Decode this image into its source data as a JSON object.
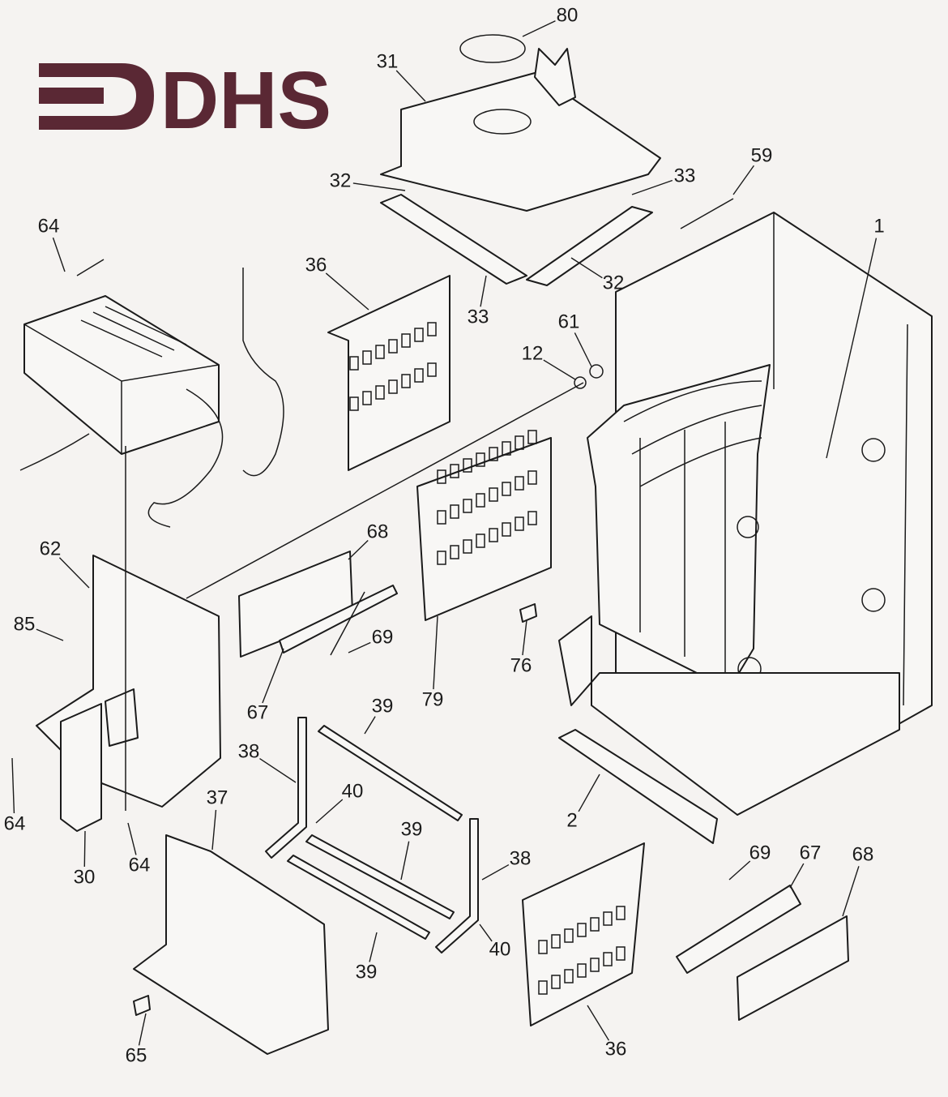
{
  "logo": {
    "text": "DHS",
    "color": "#5a2834"
  },
  "callouts": [
    "80",
    "31",
    "32",
    "33",
    "59",
    "64",
    "36",
    "33",
    "32",
    "1",
    "12",
    "61",
    "68",
    "62",
    "85",
    "69",
    "67",
    "79",
    "76",
    "39",
    "38",
    "40",
    "64",
    "37",
    "39",
    "2",
    "30",
    "64",
    "38",
    "69",
    "67",
    "68",
    "39",
    "40",
    "65",
    "36"
  ]
}
